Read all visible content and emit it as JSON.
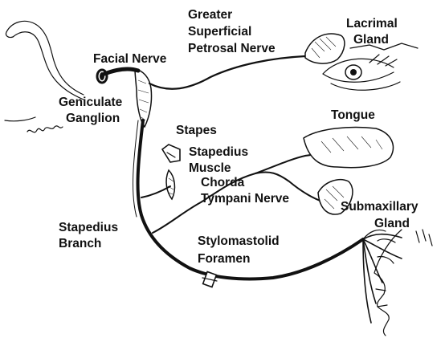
{
  "labels": {
    "facial_nerve": "Facial Nerve",
    "greater_superficial_petrosal_nerve": [
      "Greater",
      "Superficial",
      "Petrosal Nerve"
    ],
    "lacrimal_gland": [
      "Lacrimal",
      "Gland"
    ],
    "geniculate_ganglion": [
      "Geniculate",
      "Ganglion"
    ],
    "tongue": "Tongue",
    "stapes": "Stapes",
    "stapedius_muscle": [
      "Stapedius",
      "Muscle"
    ],
    "chorda_tympani_nerve": [
      "Chorda",
      "Tympani Nerve"
    ],
    "submaxillary_gland": [
      "Submaxillary",
      "Gland"
    ],
    "stapedius_branch": [
      "Stapedius",
      "Branch"
    ],
    "stylomastoid_foramen": [
      "Stylomastolid",
      "Foramen"
    ]
  },
  "colors": {
    "ink": "#111111",
    "background": "#ffffff"
  }
}
